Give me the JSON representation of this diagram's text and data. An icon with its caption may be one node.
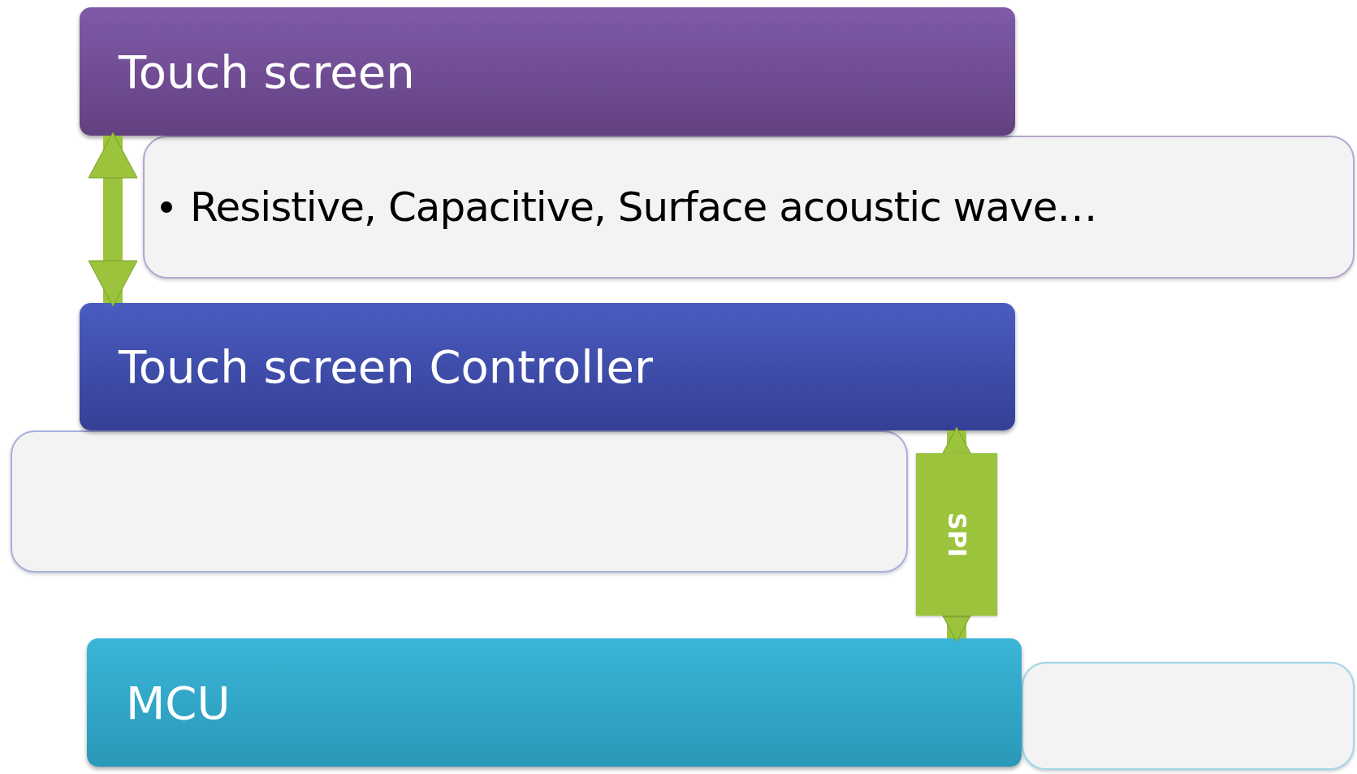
{
  "diagram": {
    "nodes": [
      {
        "text": [
          "Resistive, Capacitive, Surface acoustic wave…"
        ]
      },
      {
        "text": [
          "Touch screen"
        ]
      },
      {
        "text": [],
        "shape": "box"
      },
      {
        "text": [
          "Touch screen Controller"
        ]
      },
      {
        "text": [],
        "shape": "box"
      },
      {
        "text": [
          "MCU"
        ]
      }
    ],
    "edges": [
      {
        "from": 1,
        "to": 3,
        "arrow": "both"
      },
      {
        "from": 3,
        "to": 5,
        "arrow": "both",
        "label": "SPI"
      }
    ]
  }
}
